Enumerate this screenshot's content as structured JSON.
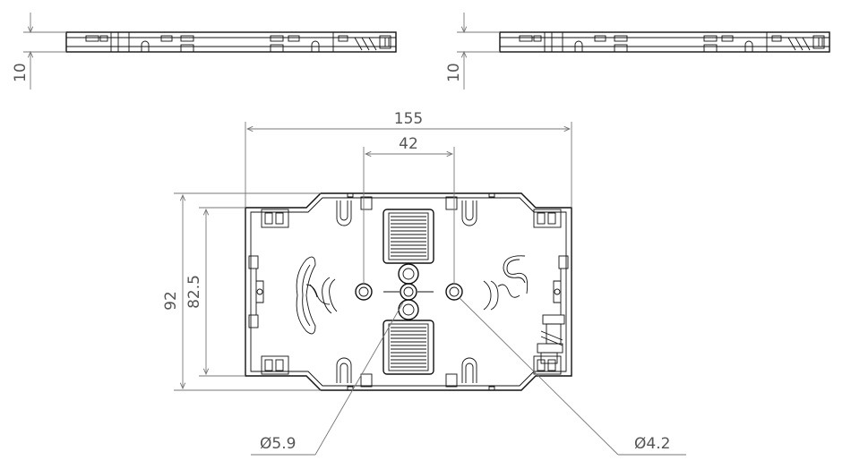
{
  "dimensions": {
    "left_side_height": "10",
    "right_side_height": "10",
    "overall_width": "155",
    "hole_spacing": "42",
    "overall_height": "92",
    "inner_height": "82.5",
    "large_hole_diameter": "Ø5.9",
    "small_hole_diameter": "Ø4.2"
  }
}
